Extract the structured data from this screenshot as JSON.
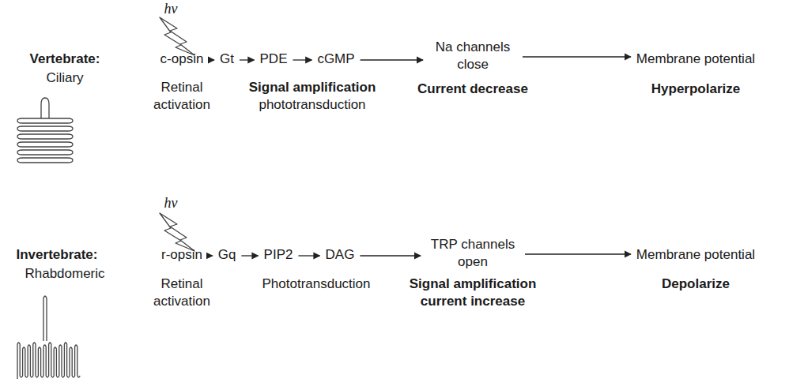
{
  "diagram": {
    "nodes": [
      {
        "text": [
          "c-opsin"
        ]
      },
      {
        "text": [
          "Gt"
        ]
      },
      {
        "text": [
          "PDE"
        ]
      },
      {
        "text": [
          "cGMP"
        ]
      },
      {
        "text": [
          "Na channels close"
        ]
      },
      {
        "text": [
          "Membrane potential"
        ]
      },
      {
        "text": [
          "r-opsin"
        ]
      },
      {
        "text": [
          "Gq"
        ]
      },
      {
        "text": [
          "PIP2"
        ]
      },
      {
        "text": [
          "DAG"
        ]
      },
      {
        "text": [
          "TRP channels open"
        ]
      },
      {
        "text": [
          "Membrane potential"
        ]
      }
    ],
    "edges": [
      {
        "from": 0,
        "to": 1,
        "arrow": "to"
      },
      {
        "from": 1,
        "to": 2,
        "arrow": "to"
      },
      {
        "from": 2,
        "to": 3,
        "arrow": "to"
      },
      {
        "from": 3,
        "to": 4,
        "arrow": "to"
      },
      {
        "from": 4,
        "to": 5,
        "arrow": "to"
      },
      {
        "from": 6,
        "to": 7,
        "arrow": "to"
      },
      {
        "from": 7,
        "to": 8,
        "arrow": "to"
      },
      {
        "from": 8,
        "to": 9,
        "arrow": "to"
      },
      {
        "from": 9,
        "to": 10,
        "arrow": "to"
      },
      {
        "from": 10,
        "to": 11,
        "arrow": "to"
      }
    ],
    "labels": [
      "hν",
      "Vertebrate:",
      "Ciliary",
      "Retinal activation",
      "Signal amplification",
      "phototransduction",
      "Current decrease",
      "Hyperpolarize",
      "hν",
      "Invertebrate:",
      "Rhabdomeric",
      "Retinal activation",
      "Phototransduction",
      "Signal amplification current increase",
      "Depolarize"
    ]
  }
}
